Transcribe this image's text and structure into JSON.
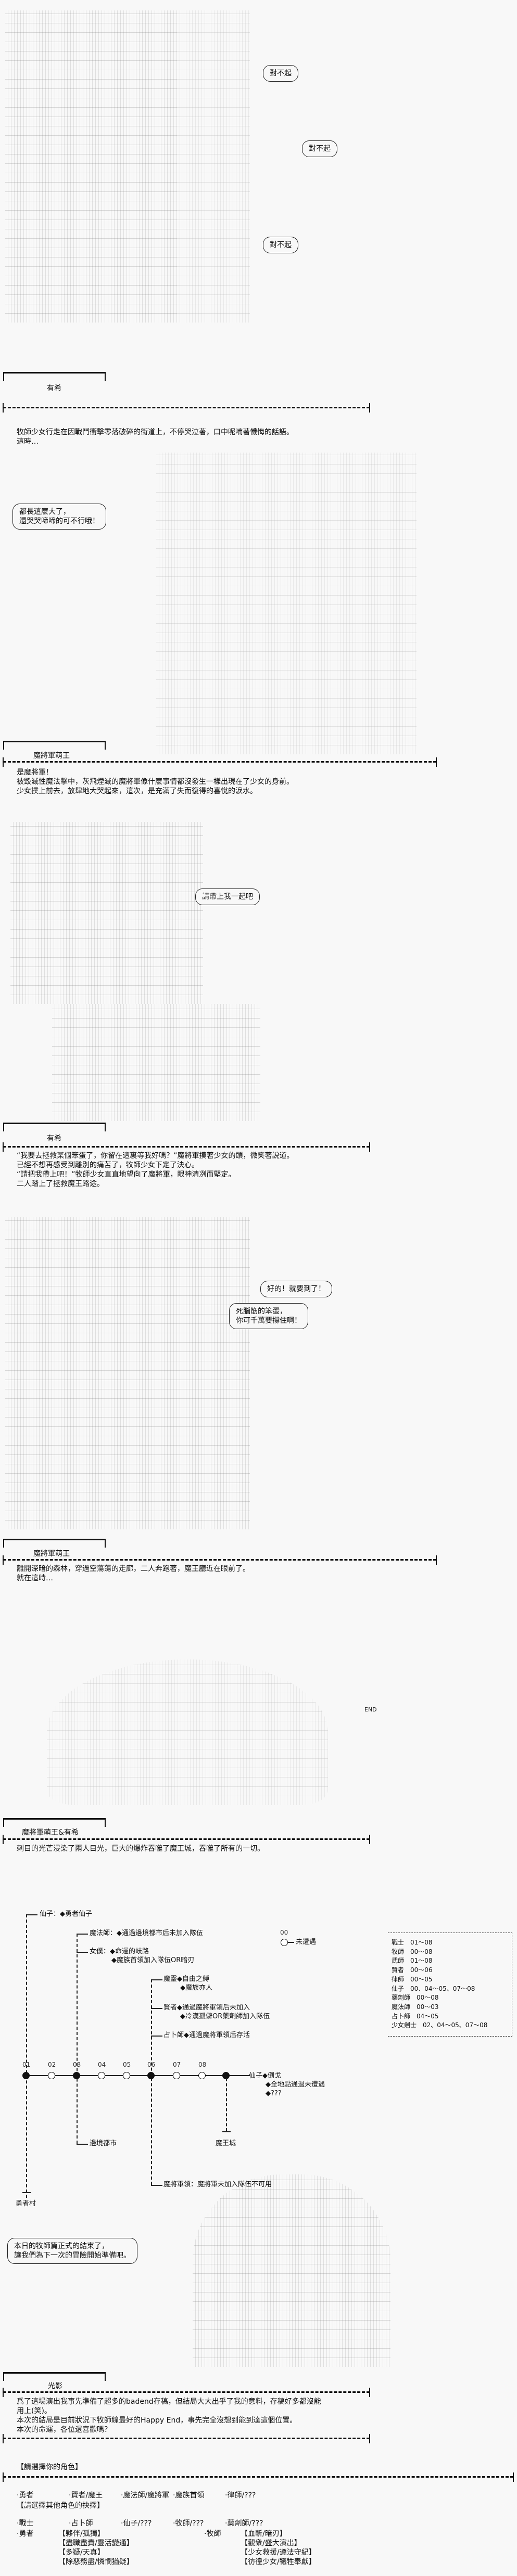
{
  "panel1": {
    "bubbles": [
      "對不起",
      "對不起",
      "對不起"
    ],
    "speaker": "有希",
    "narration": [
      "牧師少女行走在因戰鬥衝擊零落破碎的街道上，不停哭泣著，口中呢喃著懺悔的話語。",
      "這時…"
    ]
  },
  "panel2": {
    "bubble": [
      "都長這麼大了，",
      "還哭哭啼啼的可不行哦！"
    ],
    "speaker": "魔將軍萌王",
    "narration": [
      "是魔將軍！",
      "被毀滅性魔法擊中，灰飛煙滅的魔將軍像什麼事情都沒發生一樣出現在了少女的身前。",
      "少女撲上前去，放肆地大哭起來，這次，是充滿了失而復得的喜悅的淚水。"
    ]
  },
  "panel3": {
    "bubble": "請帶上我一起吧",
    "speaker": "有希",
    "narration": [
      "“我要去拯救某個笨蛋了，你留在這裏等我好嗎？”魔將軍摸著少女的頭，微笑著說道。",
      "已經不想再感受到離別的痛苦了，牧師少女下定了決心。",
      "“請把我帶上吧！”牧師少女直直地望向了魔將軍，眼神清冽而堅定。",
      "二人踏上了拯救魔王路途。"
    ]
  },
  "panel4": {
    "bubble_a": "好的！就要到了！",
    "bubble_b": [
      "死腦筋的笨蛋，",
      "你可千萬要撐住啊！"
    ],
    "speaker": "魔將軍萌王",
    "narration": [
      "離開深暗的森林，穿過空蕩蕩的走廊，二人奔跑著，魔王廳近在眼前了。",
      "就在這時…"
    ]
  },
  "panel5": {
    "end_mark": "END",
    "speaker": "魔將軍萌王&有希",
    "narration": [
      "刺目的光芒浸染了兩人目光，巨大的爆炸吞噬了魔王城，吞噬了所有的一切。"
    ]
  },
  "flowchart": {
    "node_labels": [
      "01",
      "02",
      "03",
      "04",
      "05",
      "06",
      "07",
      "08"
    ],
    "node_filled": [
      true,
      false,
      true,
      false,
      false,
      true,
      false,
      false,
      true
    ],
    "unmet_label": "00",
    "unmet_text": "未遭遇",
    "branches": {
      "xianzi": "仙子：◆勇者仙子",
      "mage": "魔法師：◆通過邊境都市后未加入隊伍",
      "maid": [
        "女僕：◆命運的岐路",
        "◆魔族首領加入隊伍OR暗刃"
      ],
      "spirit": [
        "魔靈◆自由之縛",
        "◆魔族亦人"
      ],
      "sage": [
        "賢者◆通過魔將軍領后未加入",
        "◆冷漠孤僻OR藥劑師加入隊伍"
      ],
      "diviner": "占卜師◆通過魔將軍領后存活",
      "end_xianzi": [
        "仙子◆倒戈",
        "◆全地點通過未遭遇",
        "◆???"
      ],
      "border_city": "邊境都市",
      "demon_castle": "魔王城",
      "hero_village": "勇者村",
      "general_domain": "魔將軍領：魔將軍未加入隊伍不可用"
    },
    "legend_rows": [
      [
        "戰士",
        "01～08"
      ],
      [
        "牧師",
        "00～08"
      ],
      [
        "武師",
        "01～08"
      ],
      [
        "賢者",
        "00～06"
      ],
      [
        "律師",
        "00～05"
      ],
      [
        "仙子",
        "00、04～05、07～08"
      ],
      [
        "藥劑師",
        "00～08"
      ],
      [
        "魔法師",
        "00～03"
      ],
      [
        "占卜師",
        "04～05"
      ],
      [
        "少女劍士",
        "02、04～05、07～08"
      ]
    ]
  },
  "panel6": {
    "bubble": [
      "本日的牧師篇正式的結束了，",
      "讓我們為下一次的冒險開始準備吧。"
    ],
    "speaker": "光影",
    "narration": [
      "爲了這場演出我事先準備了超多的badend存稿，但結局大大出乎了我的意料，存稿好多都沒能",
      "用上(笑)。",
      "本次的結局是目前狀況下牧師線最好的Happy End，事先完全沒想到能到達這個位置。",
      "本次的命運，各位還喜歡嗎？"
    ]
  },
  "roles": {
    "title": "【請選擇你的角色】",
    "row1": [
      "·勇者",
      "·賢者/魔王",
      "·魔法師/魔將軍",
      "·魔族首領",
      "·律師/???"
    ],
    "row2": [
      "·戰士",
      "·占卜師",
      "·仙子/???",
      "·牧師/???",
      "·藥劑師/???"
    ]
  },
  "choices": {
    "title": "【請選擇其他角色的抉擇】",
    "hero_label": "·勇者",
    "hero": [
      "【夥伴/孤獨】",
      "【盡職盡責/靈活變通】",
      "【多疑/天真】",
      "【除惡務盡/憐憫猶疑】"
    ],
    "priest_label": "·牧師",
    "priest": [
      "【血斬/暗刃】",
      "【觀衆/盛大演出】",
      "【少女救援/遵法守紀】",
      "【彷徨少女/犧牲奉獻】"
    ]
  }
}
